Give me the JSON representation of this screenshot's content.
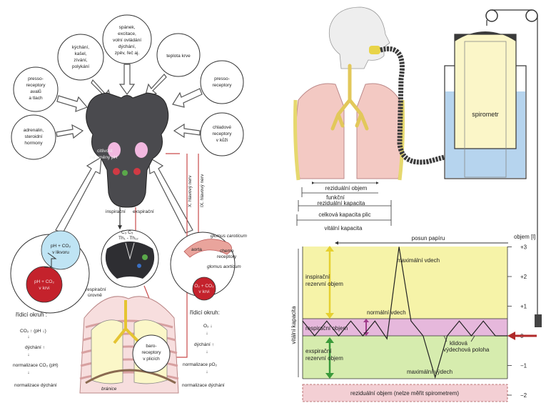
{
  "left_panel": {
    "circles": {
      "cough": [
        "kýchání,",
        "kašel,",
        "zívání,",
        "polykání"
      ],
      "cortex": [
        "spánek,",
        "excitace,",
        "volní ovládání",
        "dýchání,",
        "zpěv, řeč aj."
      ],
      "temp": [
        "teplota krve"
      ],
      "presso_left": [
        "presso-",
        "receptory",
        "avalů",
        "a tlach"
      ],
      "presso_right": [
        "presso-",
        "receptory"
      ],
      "hormones": [
        "adrenalin,",
        "steroidní",
        "hormony"
      ],
      "cold": [
        "chladové",
        "receptory",
        "v kůži"
      ]
    },
    "ph_sensitivity": [
      "citlivost",
      "na změny pH"
    ],
    "csf": [
      "pH + CO₂",
      "v likvoru"
    ],
    "blood": [
      "pH + CO₂",
      "v krvi"
    ],
    "o2_blood": [
      "O₂ + CO₂",
      "v krvi"
    ],
    "glomus_caroticum": "glomus caroticum",
    "chemoreceptory": [
      "chemo",
      "receptory"
    ],
    "aorta": "aorta",
    "glomus_aorticum": "glomus aorticum",
    "n_vagus": "X. hlavový nerv",
    "n_glossopharyngeus": "IX. hlavový nerv",
    "inspiratory": "inspirační",
    "expiratory": "exspirační",
    "segments": [
      "C₃ C₅",
      "Th₁ - Th₁₂"
    ],
    "respiratory_muscles": [
      "respirační",
      "úrovně"
    ],
    "baroreceptors": [
      "baro-",
      "receptory",
      "v plicích"
    ],
    "diaphragm": "bránice",
    "left_loop": {
      "title": "řídicí okruh :",
      "steps": [
        "CO₂ ↑ (pH ↓)",
        "dýchání ↑",
        "normalizace CO₂ (pH)",
        "normalizace dýchání"
      ]
    },
    "right_loop": {
      "title": "řídicí okruh:",
      "steps": [
        "O₂ ↓",
        "dýchání ↑",
        "normalizace pO₂",
        "normalizace dýchání"
      ]
    }
  },
  "right_panel": {
    "spirometer": "spirometr",
    "brackets": [
      "reziduální objem",
      "funkční",
      "reziduální kapacita",
      "celková kapacita plic",
      "vitální kapacita"
    ],
    "paper_feed": "posun papíru",
    "volume_unit": "objem [l]",
    "y_ticks": [
      "+3",
      "+2",
      "+1",
      "0",
      "−1",
      "−2"
    ],
    "vital_capacity_axis": "vitální kapacita",
    "zones": {
      "inspiratory_reserve": [
        "inspirační",
        "rezervní objem"
      ],
      "tidal": "respirační objem",
      "expiratory_reserve": [
        "exspirační",
        "rezervní objem"
      ],
      "residual": "reziduální objem (nelze měřit spirometrem)"
    },
    "annotations": {
      "max_inhale": "maximální vdech",
      "normal_inhale": "normální vdech",
      "rest_position": [
        "klidová",
        "výdechová poloha"
      ],
      "max_exhale": "maximální výdech"
    },
    "colors": {
      "inspiratory": "#f6f3a8",
      "tidal": "#e6b8dc",
      "expiratory": "#d6ecae",
      "residual": "#f3cfd4",
      "water": "#b6d4ee",
      "lung": "#f3c9c3"
    }
  },
  "chart_data": {
    "type": "line",
    "title": "",
    "xlabel": "posun papíru",
    "ylabel": "objem [l]",
    "ylim": [
      -2.2,
      3.1
    ],
    "yticks": [
      3,
      2,
      1,
      0,
      -1,
      -2
    ],
    "series": [
      {
        "x": [
          0,
          1,
          2,
          3,
          4,
          5,
          6,
          7,
          8,
          9,
          10,
          11,
          12,
          13,
          14,
          15,
          16,
          17
        ],
        "values": [
          0,
          0,
          0.5,
          0,
          0.5,
          0,
          -1.4,
          0,
          0.5,
          3.0,
          -0.1,
          0.5,
          0,
          0.5,
          0,
          0.5,
          0,
          0.5
        ]
      }
    ]
  }
}
